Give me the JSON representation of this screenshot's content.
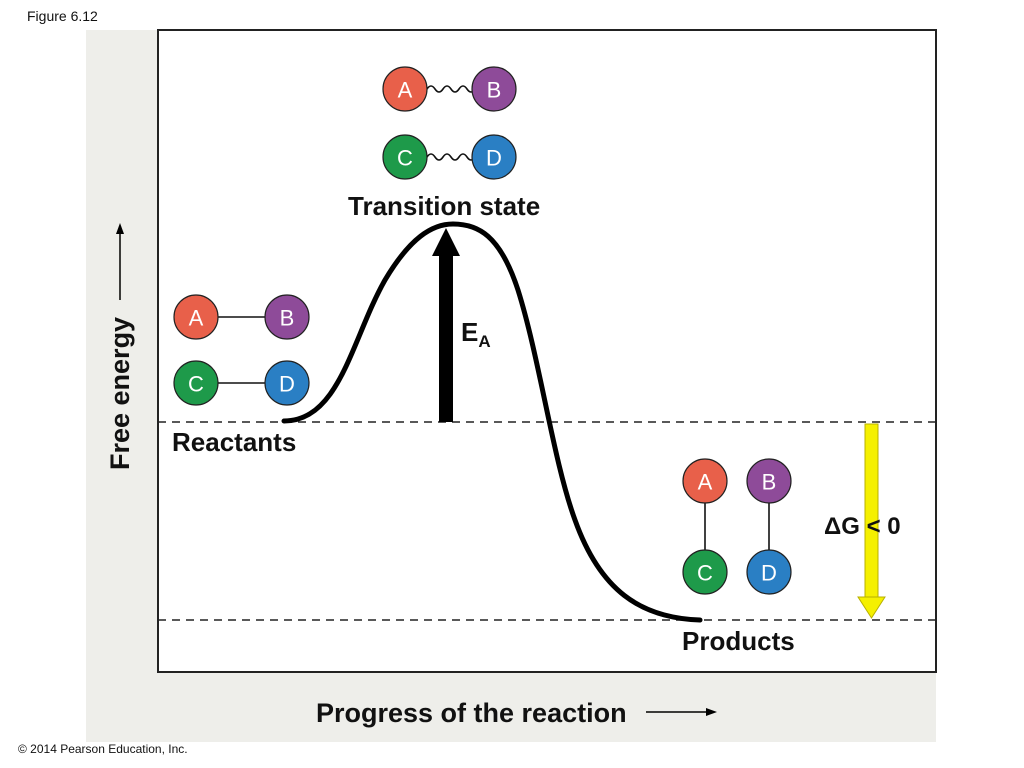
{
  "figure_label": "Figure 6.12",
  "copyright": "© 2014 Pearson Education, Inc.",
  "y_axis_label": "Free energy",
  "x_axis_label": "Progress of the reaction",
  "labels": {
    "transition_state": "Transition state",
    "reactants": "Reactants",
    "products": "Products",
    "activation_energy_main": "E",
    "activation_energy_sub": "A",
    "delta_g": "ΔG < 0"
  },
  "atoms": {
    "a": "A",
    "b": "B",
    "c": "C",
    "d": "D"
  },
  "colors": {
    "atom_a": "#e8604a",
    "atom_b": "#8e4b99",
    "atom_c": "#1e9a4a",
    "atom_d": "#2a7fc4",
    "delta_g_arrow": "#f5f000",
    "curve": "#000000",
    "panel": "#eeeeea"
  }
}
